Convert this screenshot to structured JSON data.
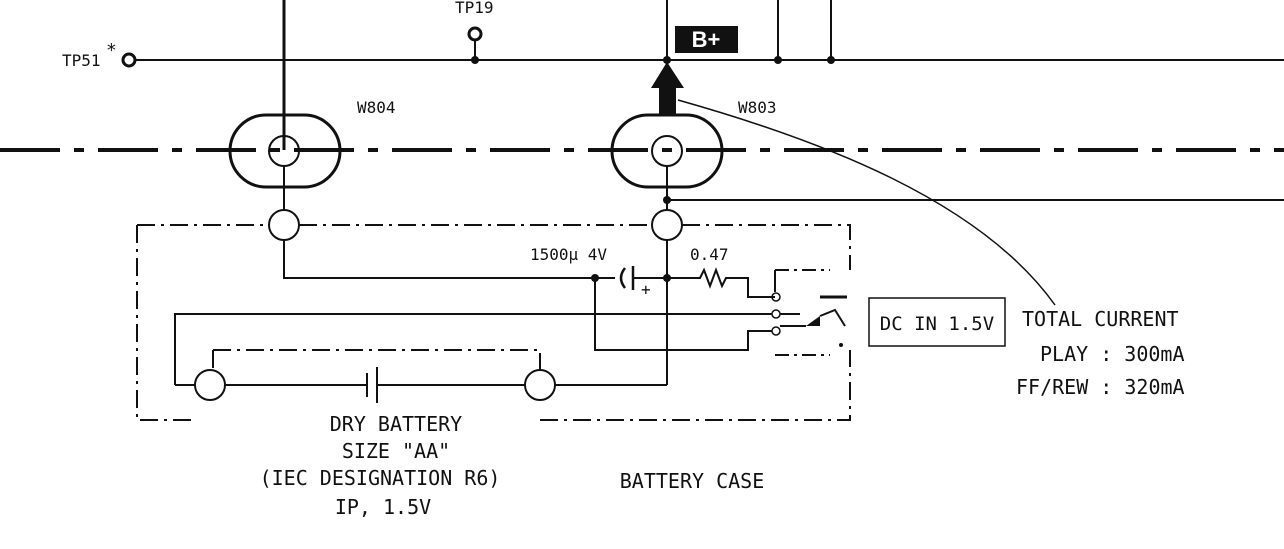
{
  "labels": {
    "tp19": "TP19",
    "tp51": "TP51",
    "tp51_mark": "*",
    "bplus": "B+",
    "w804": "W804",
    "w803": "W803",
    "cap": "1500μ 4V",
    "cap_plus": "+",
    "res": "0.47",
    "dc_in": "DC IN 1.5V",
    "total_current": "TOTAL CURRENT",
    "play": "PLAY : 300mA",
    "ffrew": "FF/REW : 320mA",
    "battery_line1": "DRY BATTERY",
    "battery_line2": "SIZE \"AA\"",
    "battery_line3": "(IEC DESIGNATION R6)",
    "battery_line4": "IP,  1.5V",
    "battery_case": "BATTERY CASE"
  },
  "colors": {
    "ink": "#111111",
    "background": "#ffffff"
  }
}
